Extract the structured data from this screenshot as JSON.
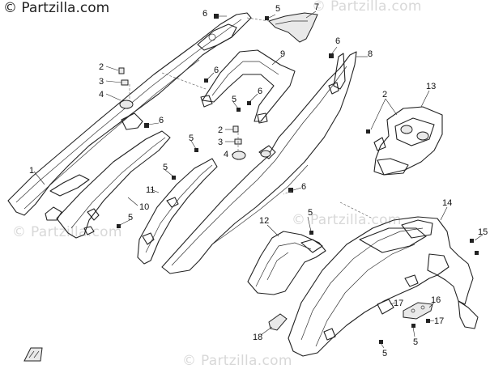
{
  "brand": {
    "copyright_symbol": "©",
    "name": "Partzilla.com"
  },
  "watermarks": [
    "© Partzilla.com",
    "© Partzilla.com",
    "© Partzilla.com",
    "© Partzilla.com"
  ],
  "callouts": {
    "c1": "1",
    "c2a": "2",
    "c2b": "2",
    "c2c": "2",
    "c3a": "3",
    "c3b": "3",
    "c4a": "4",
    "c4b": "4",
    "c5a": "5",
    "c5b": "5",
    "c5c": "5",
    "c5d": "5",
    "c5e": "5",
    "c5f": "5",
    "c5g": "5",
    "c5h": "5",
    "c6a": "6",
    "c6b": "6",
    "c6c": "6",
    "c6d": "6",
    "c6e": "6",
    "c6f": "6",
    "c7": "7",
    "c8": "8",
    "c9": "9",
    "c10": "10",
    "c11": "11",
    "c12": "12",
    "c13": "13",
    "c14": "14",
    "c15": "15",
    "c16": "16",
    "c17a": "17",
    "c17b": "17",
    "c18": "18"
  }
}
